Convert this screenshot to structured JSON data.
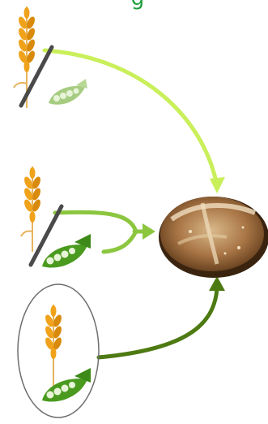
{
  "diagram": {
    "title_fragment": "g",
    "colors": {
      "title": "#1f9e3a",
      "arrow_top": "#c9ef5a",
      "arrow_middle": "#8cc63f",
      "arrow_bottom": "#4d7a12",
      "wheat": "#f0a21a",
      "wheat_dark": "#d98a0b",
      "pea_pod_light": "#a6cc82",
      "pea_pod_dark": "#4a9a1f",
      "pea": "#e8f4d8",
      "divider_bar": "#4a4a4a",
      "ellipse_stroke": "#6e6e6e",
      "bread_crust": "#8b5a2b"
    },
    "rows": [
      {
        "name": "top",
        "icons": [
          "wheat-icon",
          "divider-bar",
          "pea-pod-icon"
        ]
      },
      {
        "name": "middle",
        "icons": [
          "wheat-icon",
          "divider-bar",
          "pea-pod-icon"
        ]
      },
      {
        "name": "bottom",
        "icons": [
          "wheat-icon",
          "pea-pod-icon",
          "ellipse-outline"
        ]
      }
    ],
    "target": "bread-loaf-icon"
  }
}
